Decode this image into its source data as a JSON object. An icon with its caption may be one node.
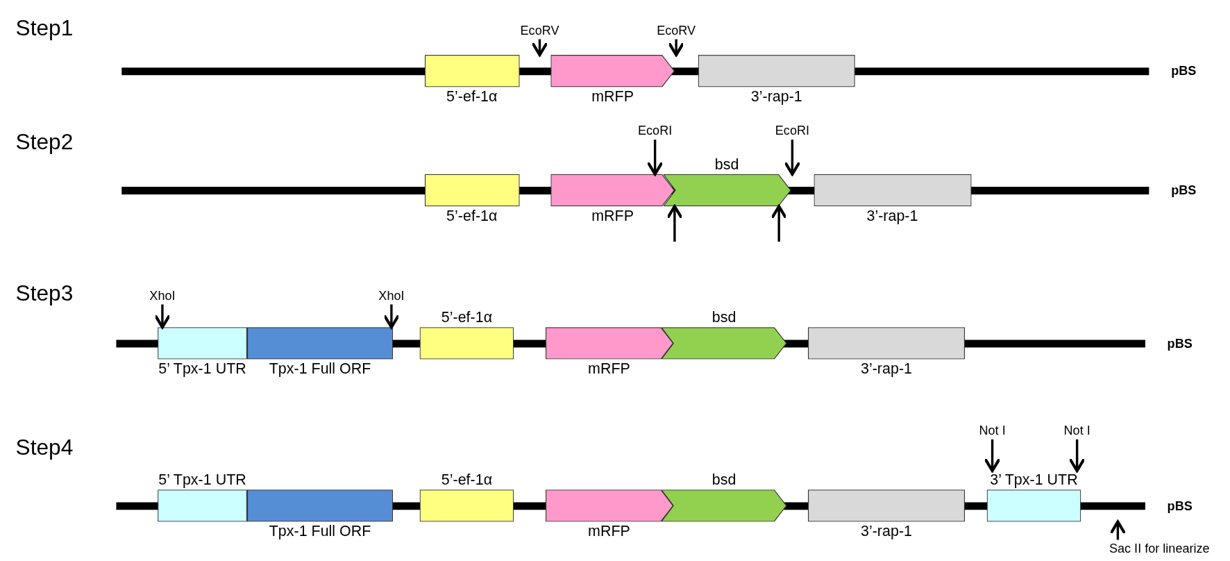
{
  "diagram": {
    "nodes": [
      {
        "text": [
          "EcoRV"
        ]
      },
      {
        "text": [
          "EcoRV"
        ]
      },
      {
        "text": [
          "5’-ef-1α"
        ]
      },
      {
        "text": [
          "mRFP"
        ]
      },
      {
        "text": [
          "3’-rap-1"
        ]
      },
      {
        "text": [
          "pBS"
        ]
      },
      {
        "text": [
          "EcoRI"
        ]
      },
      {
        "text": [
          "EcoRI"
        ]
      },
      {
        "text": [
          "5’-ef-1α"
        ]
      },
      {
        "text": [
          "mRFP"
        ]
      },
      {
        "text": [
          "bsd"
        ]
      },
      {
        "text": [
          "3’-rap-1"
        ]
      },
      {
        "text": [
          "pBS"
        ]
      },
      {
        "text": [
          "XhoI"
        ]
      },
      {
        "text": [
          "XhoI"
        ]
      },
      {
        "text": [
          "5’ Tpx-1 UTR"
        ]
      },
      {
        "text": [
          "Tpx-1 Full ORF"
        ]
      },
      {
        "text": [
          "5’-ef-1α"
        ]
      },
      {
        "text": [
          "mRFP"
        ]
      },
      {
        "text": [
          "bsd"
        ]
      },
      {
        "text": [
          "3’-rap-1"
        ]
      },
      {
        "text": [
          "pBS"
        ]
      },
      {
        "text": [
          "Not I"
        ]
      },
      {
        "text": [
          "Not I"
        ]
      },
      {
        "text": [
          "5’ Tpx-1 UTR"
        ]
      },
      {
        "text": [
          "Tpx-1 Full ORF"
        ]
      },
      {
        "text": [
          "5’-ef-1α"
        ]
      },
      {
        "text": [
          "mRFP"
        ]
      },
      {
        "text": [
          "bsd"
        ]
      },
      {
        "text": [
          "3’-rap-1"
        ]
      },
      {
        "text": [
          "3’ Tpx-1 UTR"
        ]
      },
      {
        "text": [
          "pBS"
        ]
      },
      {
        "text": [
          "Sac II for linearize"
        ]
      }
    ],
    "edges": [
      {
        "from": 0,
        "to": 5,
        "arrow": "to"
      },
      {
        "from": 1,
        "to": 5,
        "arrow": "to"
      },
      {
        "from": 6,
        "to": 12,
        "arrow": "to"
      },
      {
        "from": 7,
        "to": 12,
        "arrow": "to"
      },
      {
        "from": null,
        "to": 12,
        "arrow": "to"
      },
      {
        "from": null,
        "to": 12,
        "arrow": "to"
      },
      {
        "from": 13,
        "to": 21,
        "arrow": "to"
      },
      {
        "from": 14,
        "to": 21,
        "arrow": "to"
      },
      {
        "from": 22,
        "to": 30,
        "arrow": "to"
      },
      {
        "from": 23,
        "to": 30,
        "arrow": "to"
      },
      {
        "from": 32,
        "to": 31,
        "arrow": "to"
      }
    ],
    "labels": [
      "Step1",
      "Step2",
      "Step3",
      "Step4"
    ]
  }
}
